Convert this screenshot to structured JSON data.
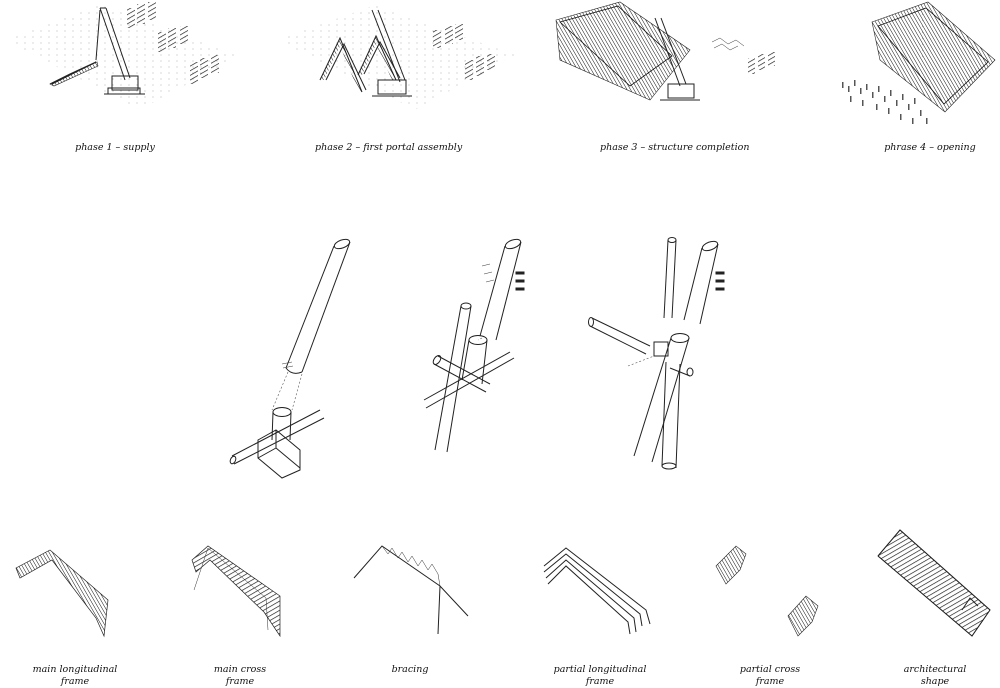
{
  "phases": [
    {
      "label": "phase 1 – supply"
    },
    {
      "label": "phase 2 – first portal  assembly"
    },
    {
      "label": "phase 3 – structure completion"
    },
    {
      "label": "phrase 4 – opening"
    }
  ],
  "components": [
    {
      "line1": "main longitudinal",
      "line2": "frame"
    },
    {
      "line1": "main cross",
      "line2": "frame"
    },
    {
      "line1": "bracing",
      "line2": ""
    },
    {
      "line1": "partial longitudinal",
      "line2": "frame"
    },
    {
      "line1": "partial cross",
      "line2": "frame"
    },
    {
      "line1": "architectural",
      "line2": "shape"
    }
  ],
  "colors": {
    "ink": "#222222",
    "grid": "#bfbfbf",
    "paper": "#ffffff"
  }
}
